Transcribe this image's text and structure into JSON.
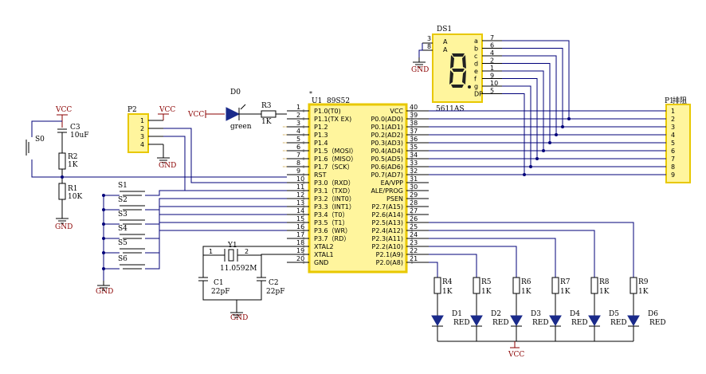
{
  "mcu": {
    "ref": "U1",
    "part": "89S52",
    "left_pins": [
      {
        "num": "1",
        "name": "P1.0(T0)"
      },
      {
        "num": "2",
        "name": "P1.1(TX EX)"
      },
      {
        "num": "3",
        "name": "P1.2"
      },
      {
        "num": "4",
        "name": "P1.3"
      },
      {
        "num": "5",
        "name": "P1.4"
      },
      {
        "num": "6",
        "name": "P1.5（MOSI）"
      },
      {
        "num": "7",
        "name": "P1.6（MISO）"
      },
      {
        "num": "8",
        "name": "P1.7（SCK）"
      },
      {
        "num": "9",
        "name": "RST"
      },
      {
        "num": "10",
        "name": "P3.0（RXD）"
      },
      {
        "num": "11",
        "name": "P3.1（TXD）"
      },
      {
        "num": "12",
        "name": "P3.2（INT0）"
      },
      {
        "num": "13",
        "name": "P3.3（INT1）"
      },
      {
        "num": "14",
        "name": "P3.4（T0）"
      },
      {
        "num": "15",
        "name": "P3.5（T1）"
      },
      {
        "num": "16",
        "name": "P3.6（WR）"
      },
      {
        "num": "17",
        "name": "P3.7（RD）"
      },
      {
        "num": "18",
        "name": "XTAL2"
      },
      {
        "num": "19",
        "name": "XTAL1"
      },
      {
        "num": "20",
        "name": "GND"
      }
    ],
    "right_pins": [
      {
        "num": "40",
        "name": "VCC"
      },
      {
        "num": "39",
        "name": "P0.0(AD0)"
      },
      {
        "num": "38",
        "name": "P0.1(AD1)"
      },
      {
        "num": "37",
        "name": "P0.2(AD2)"
      },
      {
        "num": "36",
        "name": "P0.3(AD3)"
      },
      {
        "num": "35",
        "name": "P0.4(AD4)"
      },
      {
        "num": "34",
        "name": "P0.5(AD5)"
      },
      {
        "num": "33",
        "name": "P0.6(AD6)"
      },
      {
        "num": "32",
        "name": "P0.7(AD7)"
      },
      {
        "num": "31",
        "name": "EA/VPP"
      },
      {
        "num": "30",
        "name": "ALE/PROG"
      },
      {
        "num": "29",
        "name": "PSEN"
      },
      {
        "num": "28",
        "name": "P2.7(A15)"
      },
      {
        "num": "27",
        "name": "P2.6(A14)"
      },
      {
        "num": "26",
        "name": "P2.5(A13)"
      },
      {
        "num": "25",
        "name": "P2.4(A12)"
      },
      {
        "num": "24",
        "name": "P2.3(A11)"
      },
      {
        "num": "23",
        "name": "P2.2(A10)"
      },
      {
        "num": "22",
        "name": "P2.1(A9)"
      },
      {
        "num": "21",
        "name": "P2.0(A8)"
      }
    ]
  },
  "display": {
    "ref": "DS1",
    "part": "5611AS",
    "common_labels": [
      "A",
      "A"
    ],
    "common_pins": [
      "3",
      "8"
    ],
    "segments": [
      "a",
      "b",
      "c",
      "d",
      "e",
      "f",
      "g",
      "DP"
    ],
    "segment_pins": [
      "7",
      "6",
      "4",
      "2",
      "1",
      "9",
      "10",
      "5"
    ]
  },
  "connector_p1": {
    "ref": "P1",
    "name": "排阻",
    "pins": [
      "1",
      "2",
      "3",
      "4",
      "5",
      "6",
      "7",
      "8",
      "9"
    ]
  },
  "connector_p2": {
    "ref": "P2",
    "pins": [
      "1",
      "2",
      "3",
      "4"
    ]
  },
  "power": {
    "vcc": "VCC",
    "gnd": "GND"
  },
  "parts": {
    "d0_ref": "D0",
    "d0_value": "green",
    "r3_ref": "R3",
    "r3_value": "1K",
    "c3_ref": "C3",
    "c3_value": "10uF",
    "r2_ref": "R2",
    "r2_value": "1K",
    "r1_ref": "R1",
    "r1_value": "10K",
    "s0_ref": "S0",
    "switches": [
      "S1",
      "S2",
      "S3",
      "S4",
      "S5",
      "S6"
    ],
    "y1_ref": "Y1",
    "y1_value": "11.0592M",
    "y1_pin1": "1",
    "y1_pin2": "2",
    "c1_ref": "C1",
    "c1_value": "22pF",
    "c2_ref": "C2",
    "c2_value": "22pF",
    "star": "*"
  },
  "leds": [
    {
      "res": "R4",
      "res_value": "1K",
      "led": "D1",
      "color": "RED"
    },
    {
      "res": "R5",
      "res_value": "1K",
      "led": "D2",
      "color": "RED"
    },
    {
      "res": "R6",
      "res_value": "1K",
      "led": "D3",
      "color": "RED"
    },
    {
      "res": "R7",
      "res_value": "1K",
      "led": "D4",
      "color": "RED"
    },
    {
      "res": "R8",
      "res_value": "1K",
      "led": "D5",
      "color": "RED"
    },
    {
      "res": "R9",
      "res_value": "1K",
      "led": "D6",
      "color": "RED"
    }
  ],
  "colors": {
    "chip_fill": "#fff59d",
    "chip_border": "#e8c800",
    "wire": "#00007a",
    "power_label": "#8b0000",
    "led_fill": "#1a2a8a",
    "display_fill": "#fff59d"
  }
}
